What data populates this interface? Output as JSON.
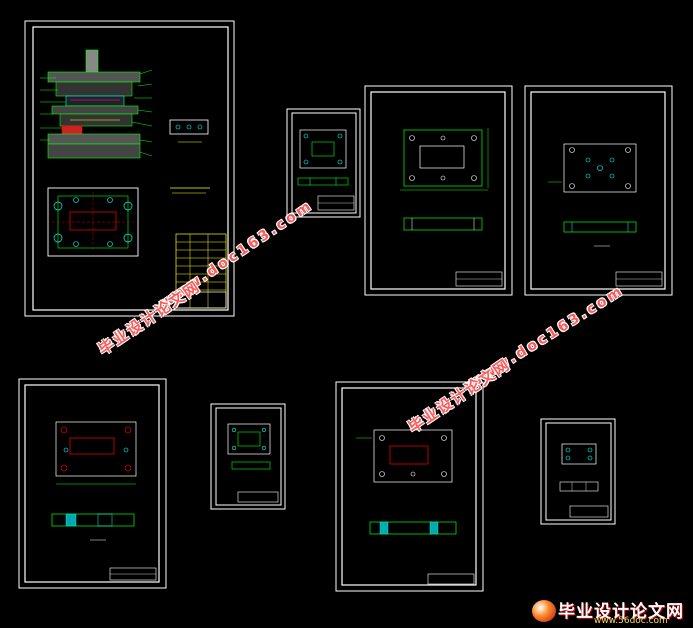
{
  "watermark": {
    "cn": "毕业设计论文网",
    "url": "www.doc163.com",
    "color": "#ff5a5a"
  },
  "logo": {
    "cn": "毕业设计论文网",
    "url": "www.56doc.com",
    "icon": "globe-logo-icon"
  },
  "colors": {
    "background": "#000000",
    "frame": "#ffffff",
    "outline_green": "#00ff00",
    "part_cyan": "#00ffff",
    "accent_red": "#ff0000",
    "annotation_yellow": "#ffff00",
    "hatch_magenta": "#ff00ff"
  }
}
